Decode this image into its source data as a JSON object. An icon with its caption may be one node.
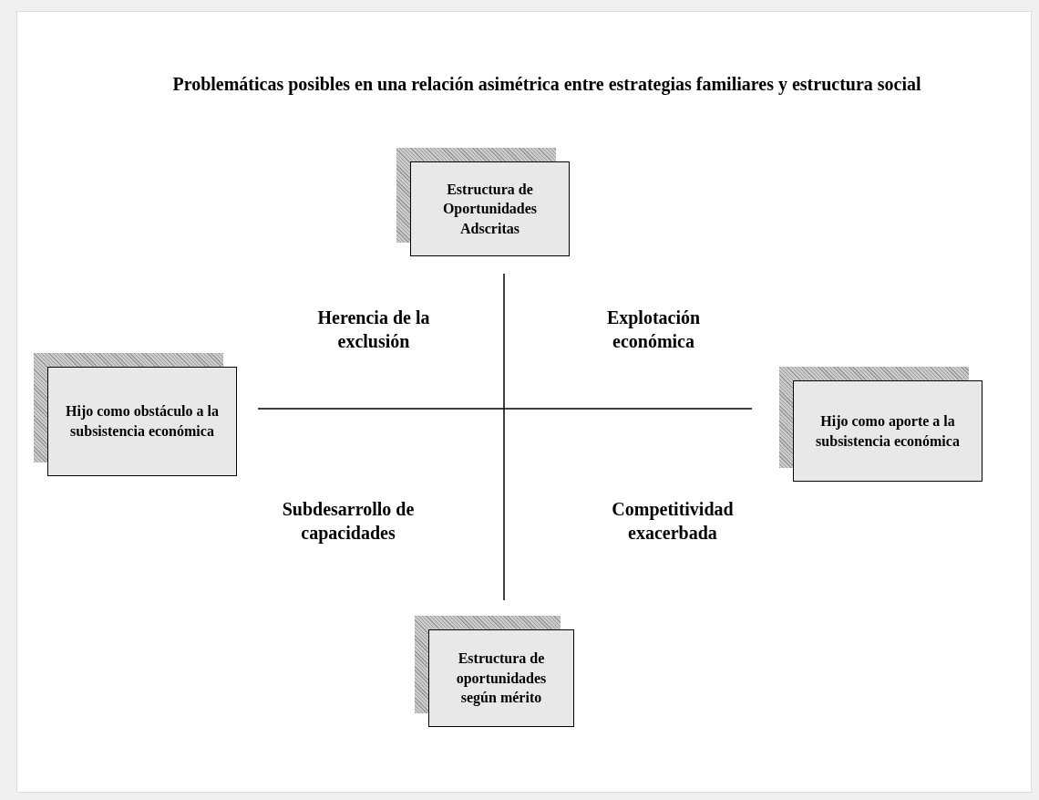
{
  "diagram": {
    "title": "Problemáticas posibles en una relación asimétrica entre estrategias familiares y estructura social",
    "nodes": [
      {
        "text": [
          "Estructura de Oportunidades Adscritas"
        ]
      },
      {
        "text": [
          "Hijo como obstáculo a la subsistencia económica"
        ]
      },
      {
        "text": [
          "Hijo como aporte a la subsistencia económica"
        ]
      },
      {
        "text": [
          "Estructura de oportunidades según mérito"
        ]
      }
    ],
    "labels": [
      "Herencia de la exclusión",
      "Explotación económica",
      "Subdesarrollo de capacidades",
      "Competitividad exacerbada"
    ]
  }
}
